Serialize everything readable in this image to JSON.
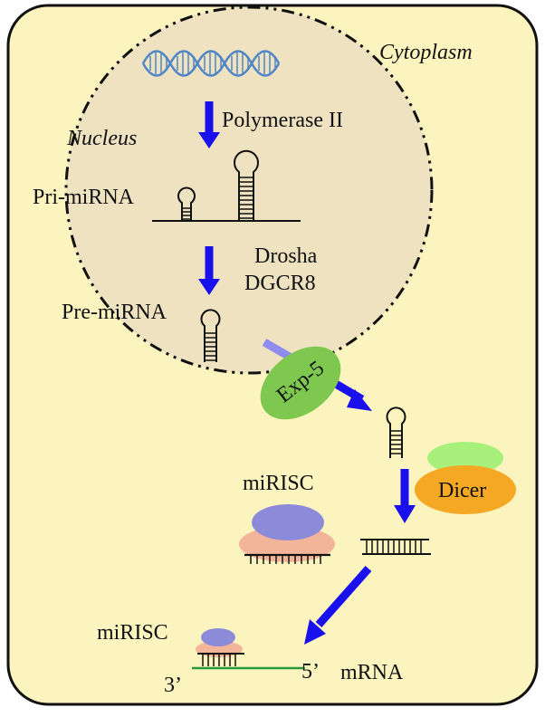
{
  "regions": {
    "cytoplasm": "Cytoplasm",
    "nucleus": "Nucleus"
  },
  "labels": {
    "polymerase": "Polymerase II",
    "pri_mirna": "Pri-miRNA",
    "drosha": "Drosha",
    "dgcr8": "DGCR8",
    "pre_mirna": "Pre-miRNA",
    "exportin": "Exp-5",
    "dicer": "Dicer",
    "mirisc_upper": "miRISC",
    "mirisc_lower": "miRISC",
    "three_prime": "3’",
    "five_prime": "5’",
    "mrna": "mRNA"
  },
  "colors": {
    "cytoplasm_fill": "#fcf4bf",
    "nucleus_fill": "#efe2c0",
    "arrow": "#1a10ee",
    "arrow_faded": "#8f8cf0",
    "dna": "#4f86c6",
    "exportin": "#7ec850",
    "dicer_body": "#f5a823",
    "dicer_cap": "#a8f07c",
    "risc_top": "#8c8bd9",
    "risc_base": "#f2b59a",
    "mrna_line": "#2b9a3a"
  }
}
